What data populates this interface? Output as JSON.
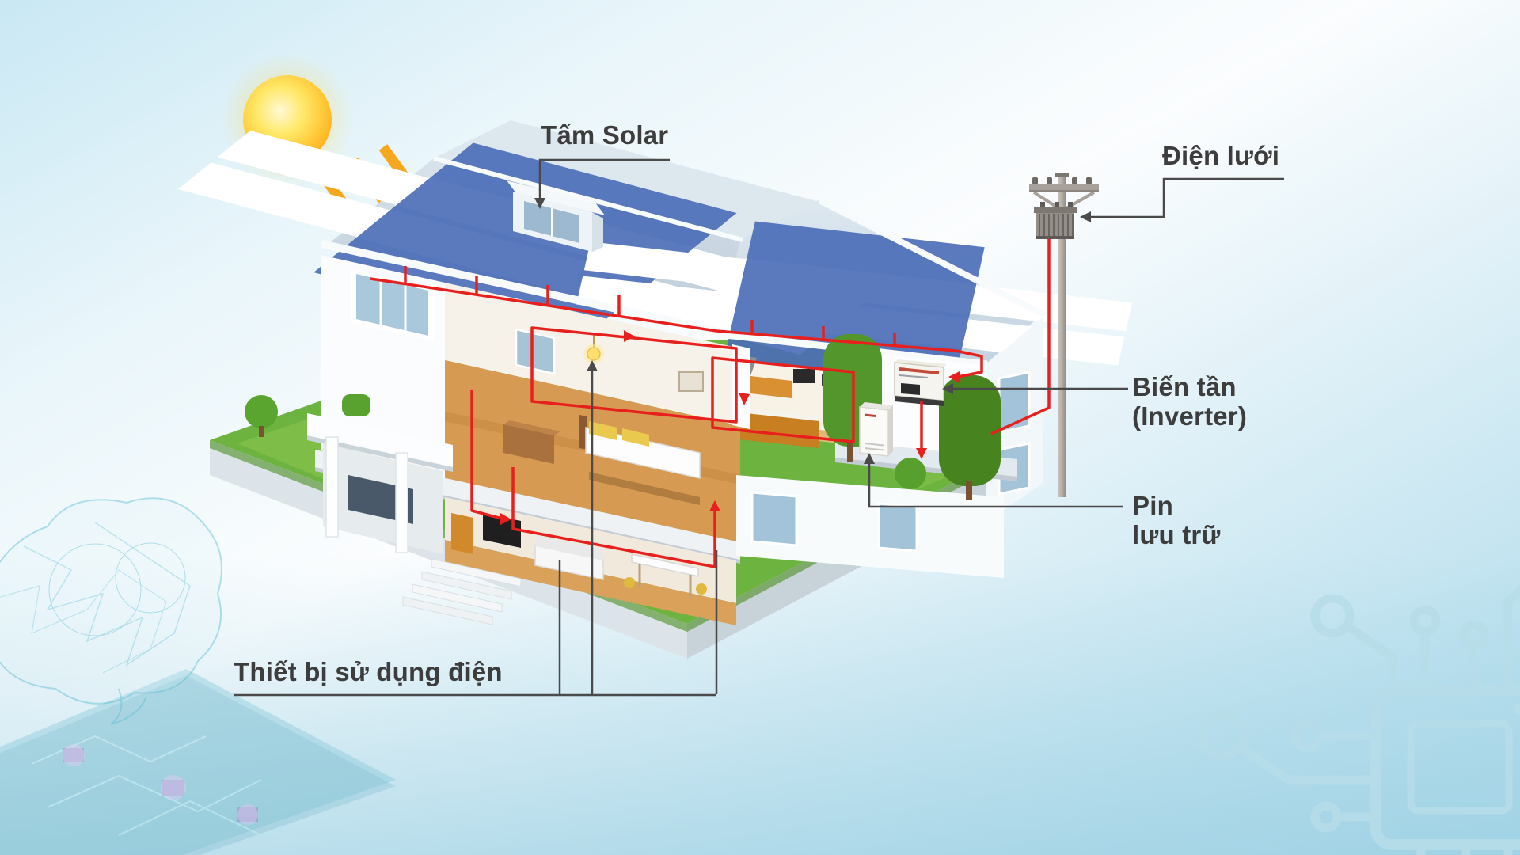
{
  "labels": {
    "solar_panel": "Tấm Solar",
    "grid_power": "Điện lưới",
    "inverter_line1": "Biến tần",
    "inverter_line2": "(Inverter)",
    "battery_line1": "Pin",
    "battery_line2": "lưu trữ",
    "consumer_devices": "Thiết bị sử dụng điện"
  },
  "colors": {
    "wire_red": "#e8201d",
    "connector_gray": "#4a4a4a",
    "label_text": "#3d3d3d",
    "solar_panel_blue": "#16337f",
    "sun_orange": "#f5a71d",
    "lawn_green": "#6db33f",
    "sky_blue": "#bfe2ef"
  }
}
